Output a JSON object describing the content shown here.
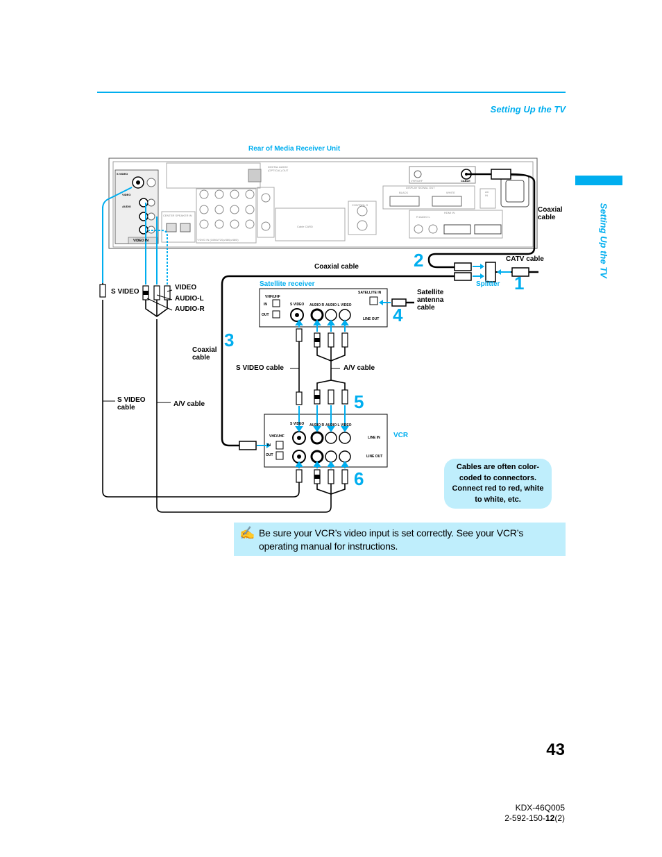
{
  "header": {
    "section_title": "Setting Up the TV"
  },
  "side_tab": {
    "text": "Setting Up the TV"
  },
  "diagram": {
    "title": "Rear of Media Receiver Unit",
    "labels": {
      "coaxial_cable_right": "Coaxial\ncable",
      "coaxial_cable_mid": "Coaxial cable",
      "catv_cable": "CATV cable",
      "splitter": "Splitter",
      "satellite_receiver": "Satellite receiver",
      "satellite_antenna_cable": "Satellite\nantenna\ncable",
      "s_video": "S VIDEO",
      "video": "VIDEO",
      "audio_l": "AUDIO-L",
      "audio_r": "AUDIO-R",
      "coaxial_cable_left": "Coaxial\ncable",
      "s_video_cable_mid": "S VIDEO cable",
      "av_cable_mid": "A/V cable",
      "s_video_cable_left": "S VIDEO\ncable",
      "av_cable_left": "A/V cable",
      "vcr": "VCR"
    },
    "steps": [
      "1",
      "2",
      "3",
      "4",
      "5",
      "6"
    ],
    "satellite_panel": {
      "vhf_uhf": "VHF/UHF",
      "in": "IN",
      "out": "OUT",
      "s_video": "S VIDEO",
      "audio_r": "AUDIO R",
      "audio_l": "AUDIO L",
      "video": "VIDEO",
      "satellite_in": "SATELLITE IN",
      "line_out": "LINE OUT"
    },
    "vcr_panel": {
      "vhf_uhf": "VHF/UHF",
      "in": "IN",
      "out": "OUT",
      "s_video": "S VIDEO",
      "audio_r": "AUDIO R",
      "audio_l": "AUDIO L",
      "video": "VIDEO",
      "line_in": "LINE IN",
      "line_out": "LINE OUT"
    },
    "receiver_panel": {
      "s_video": "S VIDEO",
      "video": "VIDEO",
      "audio": "AUDIO",
      "video_in": "VIDEO IN",
      "cable": "CABLE",
      "vhf_uhf": "VHF/UHF",
      "display_signal_out": "DISPLAY SIGNAL OUT",
      "black": "BLACK",
      "white": "WHITE",
      "ac_in": "AC IN",
      "control_s": "CONTROL S",
      "cable_card": "Cable CARD",
      "digital_audio": "DIGITAL AUDIO (OPTICAL) OUT",
      "center_speaker": "CENTER SPEAKER IN",
      "component_in": "Y/DVD IN (1080i/720p/480p/480i)",
      "r_audio_l": "R AUDIO L",
      "hdmi": "HDMI IN"
    }
  },
  "callout": {
    "text": "Cables are often color-coded to connectors. Connect red to red, white to white, etc."
  },
  "tip": {
    "icon": "pencil-note-icon",
    "text": "Be sure your VCR’s video input is set correctly. See your VCR’s operating manual for instructions."
  },
  "page_number": "43",
  "footer": {
    "model": "KDX-46Q005",
    "code_prefix": "2-592-150-",
    "code_bold": "12",
    "code_suffix": "(2)"
  },
  "colors": {
    "accent": "#00aeef",
    "callout_bg": "#bfeefc"
  }
}
